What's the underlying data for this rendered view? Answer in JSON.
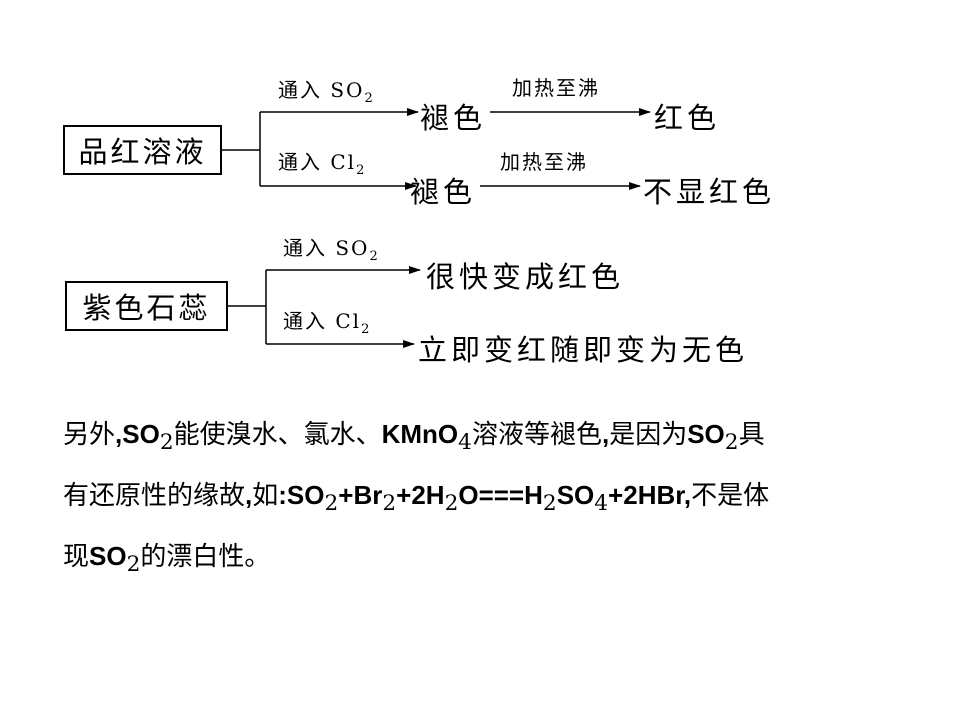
{
  "diagram1": {
    "source": "品红溶液",
    "branches": [
      {
        "label_prefix": "通入 SO",
        "label_sub": "2",
        "result1": "褪色",
        "step_label": "加热至沸",
        "result2": "红色"
      },
      {
        "label_prefix": "通入 Cl",
        "label_sub": "2",
        "result1": "褪色",
        "step_label": "加热至沸",
        "result2": "不显红色"
      }
    ]
  },
  "diagram2": {
    "source": "紫色石蕊",
    "branches": [
      {
        "label_prefix": "通入 SO",
        "label_sub": "2",
        "result": "很快变成红色"
      },
      {
        "label_prefix": "通入 Cl",
        "label_sub": "2",
        "result": "立即变红随即变为无色"
      }
    ]
  },
  "note": {
    "line1": [
      "另外",
      ",SO",
      "2",
      "能使溴水、氯水、",
      "KMnO",
      "4",
      "溶液等褪色",
      ",",
      "是因为",
      "SO",
      "2",
      "具"
    ],
    "line2": [
      "有还原性的缘故",
      ",",
      "如",
      ":SO",
      "2",
      "+Br",
      "2",
      "+2H",
      "2",
      "O===H",
      "2",
      "SO",
      "4",
      "+2HBr,",
      "不是体"
    ],
    "line3": [
      "现",
      "SO",
      "2",
      "的漂白性。"
    ]
  }
}
